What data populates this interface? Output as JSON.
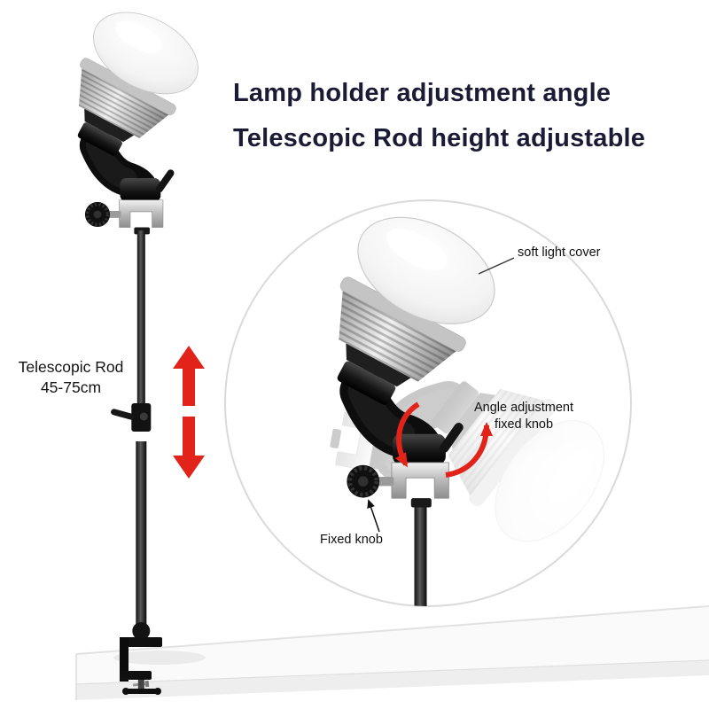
{
  "heading": {
    "line1": "Lamp holder adjustment angle",
    "line2": "Telescopic Rod height adjustable"
  },
  "main_label": {
    "line1": "Telescopic Rod",
    "line2": "45-75cm"
  },
  "detail": {
    "soft_light_cover": "soft light cover",
    "angle_adjustment_line1": "Angle adjustment",
    "angle_adjustment_line2": "fixed knob",
    "fixed_knob": "Fixed knob"
  },
  "colors": {
    "heading_text": "#1b1b35",
    "annotation_text": "#101010",
    "arrow_red": "#e2231a",
    "circle_border": "#dadada",
    "table_top": "#fafafa",
    "table_front": "#eeeeee"
  }
}
